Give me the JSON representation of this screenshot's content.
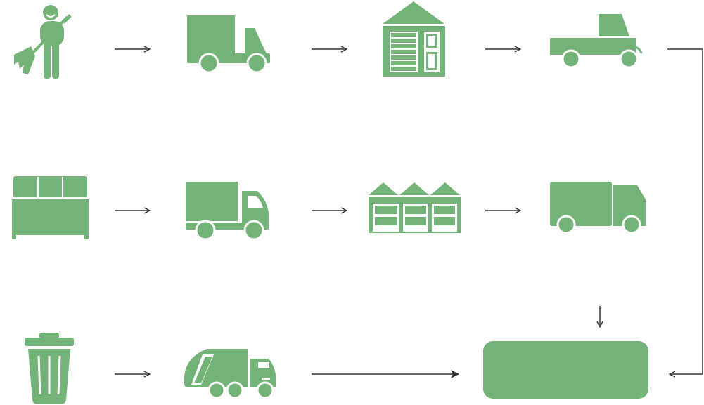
{
  "colors": {
    "icon_fill": "#74b377",
    "arrow": "#333333",
    "background": "#ffffff"
  },
  "rows": [
    {
      "row": 1,
      "steps": [
        {
          "icon": "street-sweeper-icon"
        },
        {
          "icon": "dump-truck-icon"
        },
        {
          "icon": "garage-depot-icon"
        },
        {
          "icon": "pickup-truck-icon"
        }
      ]
    },
    {
      "row": 2,
      "steps": [
        {
          "icon": "sorting-bins-icon"
        },
        {
          "icon": "box-truck-icon"
        },
        {
          "icon": "warehouse-icon"
        },
        {
          "icon": "cargo-truck-icon"
        }
      ]
    },
    {
      "row": 3,
      "steps": [
        {
          "icon": "trash-can-icon"
        },
        {
          "icon": "garbage-truck-icon"
        }
      ]
    }
  ],
  "destination": {
    "icon": "destination-box",
    "label": ""
  }
}
